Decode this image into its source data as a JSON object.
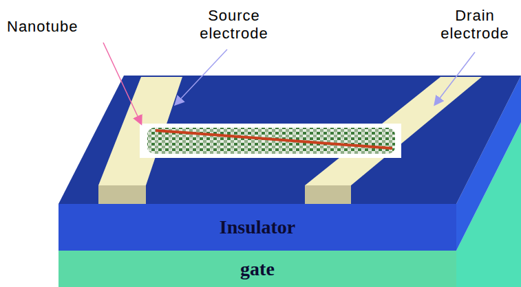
{
  "diagram": {
    "nodes": [
      {
        "text": [
          "Insulator"
        ]
      },
      {
        "text": [
          "gate"
        ]
      }
    ],
    "labels": [
      "Source electrode",
      "Drain electrode",
      "Nanotube"
    ]
  }
}
